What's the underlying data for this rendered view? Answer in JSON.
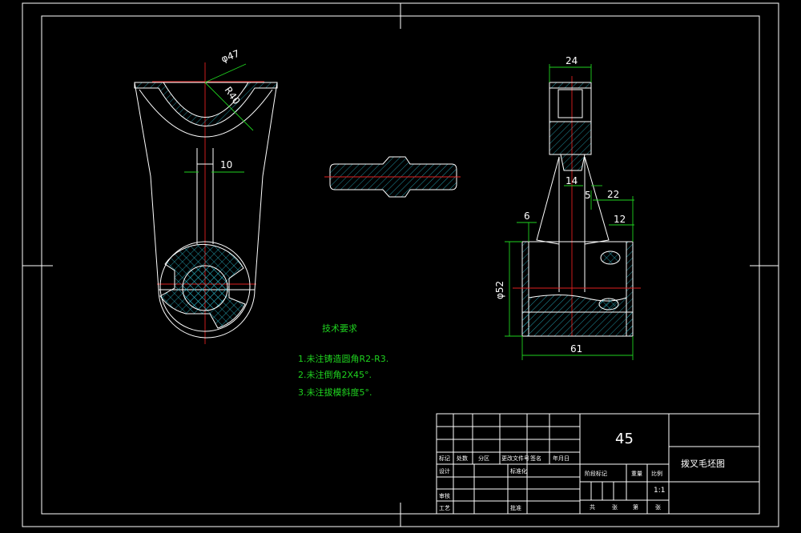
{
  "drawing": {
    "dimensions": {
      "phi47": "φ47",
      "r40": "R40",
      "d10": "10",
      "d24": "24",
      "d14": "14",
      "d5": "5",
      "d22": "22",
      "d6": "6",
      "d12": "12",
      "phi52": "φ52",
      "d61": "61"
    },
    "notes": {
      "title": "技术要求",
      "items": [
        "1.未注铸造圆角R2-R3.",
        "2.未注倒角2X45°.",
        "3.未注拔模斜度5°."
      ]
    }
  },
  "title_block": {
    "material": "45",
    "drawing_name": "拨叉毛坯图",
    "scale": "1:1",
    "labels": {
      "mark": "标记",
      "count": "处数",
      "zone": "分区",
      "change_doc": "更改文件号",
      "signature": "签名",
      "date": "年月日",
      "designer": "设计",
      "standardize": "标准化",
      "review": "审核",
      "process": "工艺",
      "approve": "批准",
      "stage_mark": "阶段标记",
      "weight": "重量",
      "ratio": "比例",
      "total": "共",
      "sheet": "张",
      "of": "第",
      "sheet2": "张"
    }
  }
}
